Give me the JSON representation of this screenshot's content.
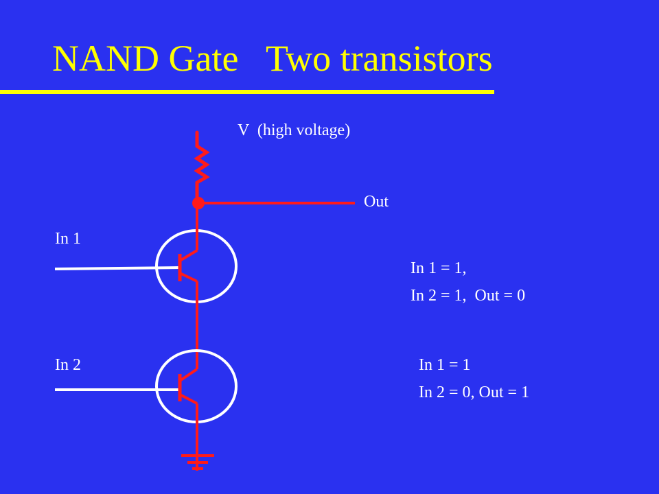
{
  "slide": {
    "title": "NAND Gate   Two transistors"
  },
  "labels": {
    "supply": "V  (high voltage)",
    "output": "Out",
    "input1": "In 1",
    "input2": "In 2"
  },
  "truth_notes": [
    {
      "line1": "In 1 = 1,",
      "line2": "In 2 = 1,  Out = 0"
    },
    {
      "line1": "In 1 = 1",
      "line2": "In 2 = 0, Out = 1"
    }
  ],
  "colors": {
    "background": "#2a31f0",
    "title": "#ffff00",
    "wire": "#ff1a1a",
    "input_wire": "#ffffff",
    "text": "#ffffff"
  }
}
